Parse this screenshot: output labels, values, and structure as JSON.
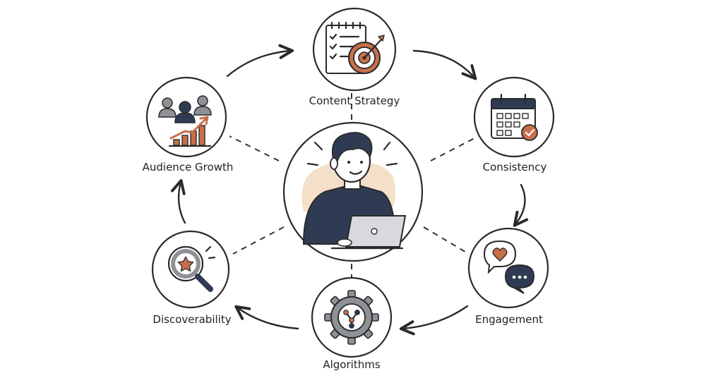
{
  "colors": {
    "ink": "#2a2a2a",
    "navy": "#2f3b52",
    "accent": "#c86f4a",
    "gray": "#8e9196",
    "skin": "#f4dfc8"
  },
  "center": {
    "icon": "person-with-laptop-icon"
  },
  "nodes": {
    "content_strategy": {
      "label": "Content Strategy",
      "icon": "checklist-target-icon"
    },
    "consistency": {
      "label": "Consistency",
      "icon": "calendar-check-icon"
    },
    "engagement": {
      "label": "Engagement",
      "icon": "chat-heart-icon"
    },
    "algorithms": {
      "label": "Algorithms",
      "icon": "gear-network-icon"
    },
    "discoverability": {
      "label": "Discoverability",
      "icon": "magnifier-star-icon"
    },
    "audience_growth": {
      "label": "Audience Growth",
      "icon": "people-growth-chart-icon"
    }
  }
}
